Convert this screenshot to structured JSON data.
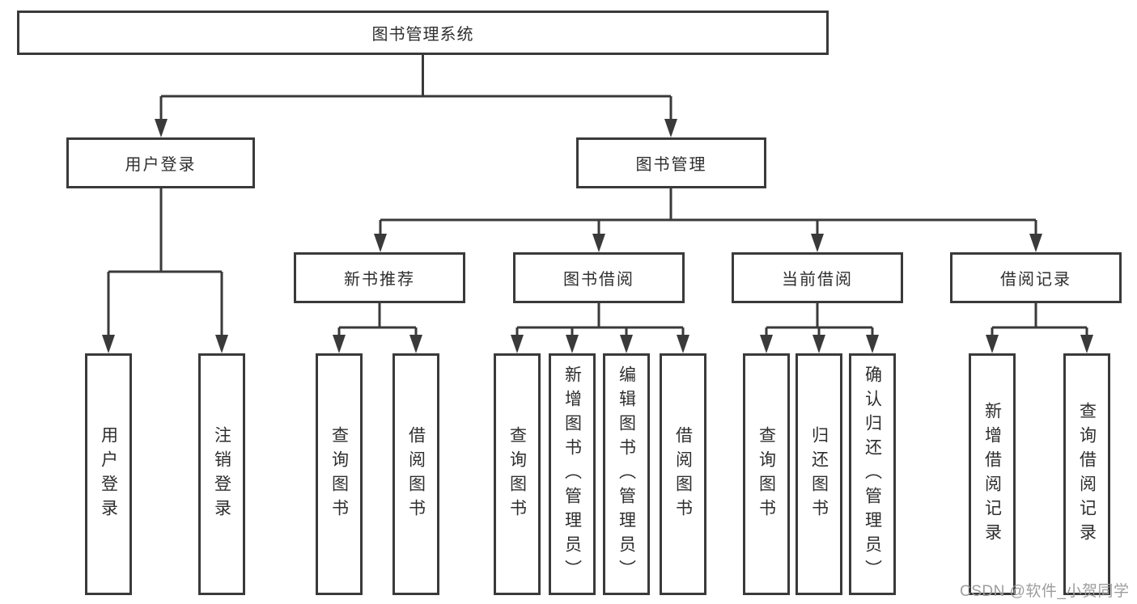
{
  "tree": {
    "root": {
      "label": "图书管理系统"
    },
    "branches": [
      {
        "label": "用户登录",
        "children": [
          {
            "label": "用户登录"
          },
          {
            "label": "注销登录"
          }
        ]
      },
      {
        "label": "图书管理",
        "children": [
          {
            "label": "新书推荐",
            "children": [
              {
                "label": "查询图书"
              },
              {
                "label": "借阅图书"
              }
            ]
          },
          {
            "label": "图书借阅",
            "children": [
              {
                "label": "查询图书"
              },
              {
                "label": "新增图书（管理员）"
              },
              {
                "label": "编辑图书（管理员）"
              },
              {
                "label": "借阅图书"
              }
            ]
          },
          {
            "label": "当前借阅",
            "children": [
              {
                "label": "查询图书"
              },
              {
                "label": "归还图书"
              },
              {
                "label": "确认归还（管理员）"
              }
            ]
          },
          {
            "label": "借阅记录",
            "children": [
              {
                "label": "新增借阅记录"
              },
              {
                "label": "查询借阅记录"
              }
            ]
          }
        ]
      }
    ]
  },
  "watermark": {
    "text": "CSDN @软件_小贺同学"
  },
  "colors": {
    "line": "#3a3a3a",
    "text": "#2e2e2e",
    "watermark": "#9d9d9d",
    "background": "#ffffff"
  }
}
